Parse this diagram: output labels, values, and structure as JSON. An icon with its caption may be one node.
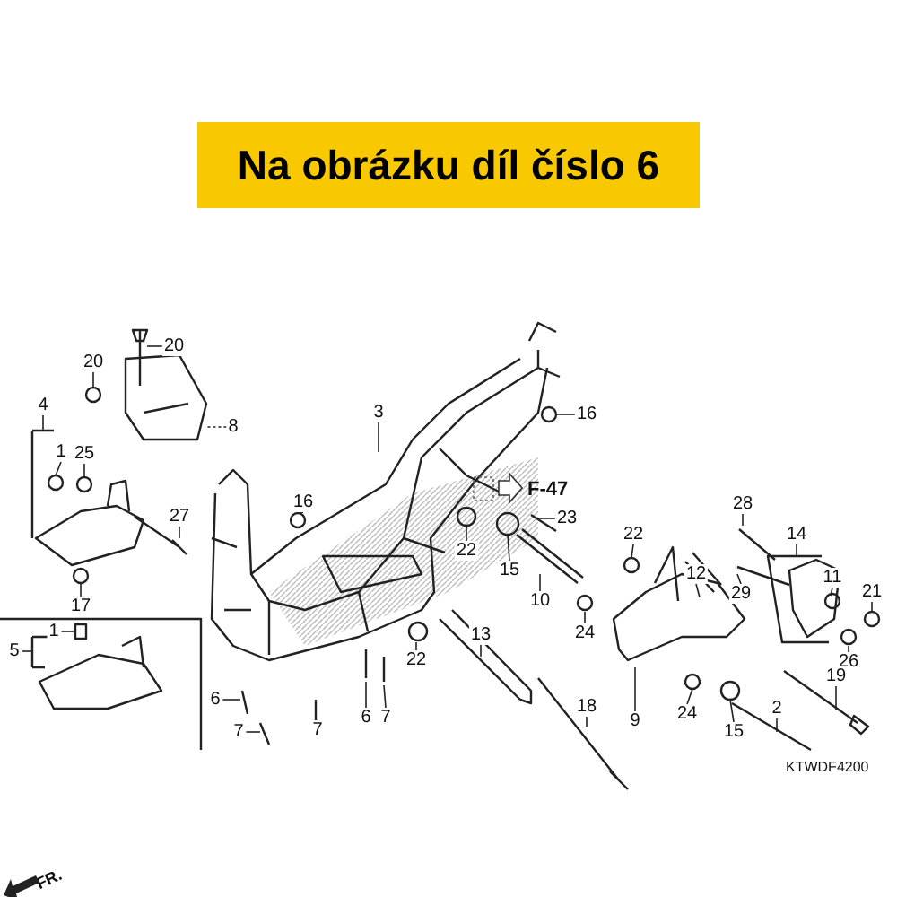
{
  "diagram": {
    "title": "Na obrázku díl číslo 6",
    "nodes": [
      {
        "text": [
          "20"
        ]
      },
      {
        "text": [
          "3"
        ]
      },
      {
        "text": [
          "16"
        ]
      },
      {
        "text": [
          "20"
        ]
      },
      {
        "text": [
          "4"
        ]
      },
      {
        "text": [
          "8"
        ]
      },
      {
        "text": [
          "1"
        ]
      },
      {
        "text": [
          "25"
        ]
      },
      {
        "text": [
          "28"
        ]
      },
      {
        "text": [
          "16"
        ]
      },
      {
        "text": [
          "23"
        ]
      },
      {
        "text": [
          "27"
        ]
      },
      {
        "text": [
          "14"
        ]
      },
      {
        "text": [
          "22"
        ]
      },
      {
        "text": [
          "22"
        ]
      },
      {
        "text": [
          "15"
        ]
      },
      {
        "text": [
          "12"
        ]
      },
      {
        "text": [
          "11"
        ]
      },
      {
        "text": [
          "29"
        ]
      },
      {
        "text": [
          "21"
        ]
      },
      {
        "text": [
          "10"
        ]
      },
      {
        "text": [
          "17"
        ]
      },
      {
        "text": [
          "24"
        ]
      },
      {
        "text": [
          "13"
        ]
      },
      {
        "text": [
          "1"
        ]
      },
      {
        "text": [
          "5"
        ]
      },
      {
        "text": [
          "22"
        ]
      },
      {
        "text": [
          "26"
        ]
      },
      {
        "text": [
          "19"
        ]
      },
      {
        "text": [
          "6"
        ]
      },
      {
        "text": [
          "18"
        ]
      },
      {
        "text": [
          "2"
        ]
      },
      {
        "text": [
          "24"
        ]
      },
      {
        "text": [
          "9"
        ]
      },
      {
        "text": [
          "6"
        ]
      },
      {
        "text": [
          "7"
        ]
      },
      {
        "text": [
          "7"
        ]
      },
      {
        "text": [
          "7"
        ]
      },
      {
        "text": [
          "15"
        ]
      }
    ],
    "edges": [
      {
        "from": 0,
        "to": null,
        "arrow": "none"
      },
      {
        "from": 1,
        "to": null,
        "arrow": "none"
      },
      {
        "from": 2,
        "to": null,
        "arrow": "none"
      },
      {
        "from": 3,
        "to": null,
        "arrow": "none"
      },
      {
        "from": 4,
        "to": null,
        "arrow": "none"
      },
      {
        "from": 5,
        "to": null,
        "arrow": "none",
        "style": "dashed"
      },
      {
        "from": 6,
        "to": null,
        "arrow": "none"
      },
      {
        "from": 7,
        "to": null,
        "arrow": "none"
      },
      {
        "from": 8,
        "to": null,
        "arrow": "none"
      },
      {
        "from": 9,
        "to": null,
        "arrow": "none"
      },
      {
        "from": 10,
        "to": null,
        "arrow": "none"
      },
      {
        "from": 11,
        "to": null,
        "arrow": "none"
      },
      {
        "from": 12,
        "to": null,
        "arrow": "none"
      },
      {
        "from": 13,
        "to": null,
        "arrow": "none"
      },
      {
        "from": 14,
        "to": null,
        "arrow": "none"
      },
      {
        "from": 15,
        "to": null,
        "arrow": "none"
      },
      {
        "from": 16,
        "to": null,
        "arrow": "none"
      },
      {
        "from": 17,
        "to": null,
        "arrow": "none"
      },
      {
        "from": 18,
        "to": null,
        "arrow": "none"
      },
      {
        "from": 19,
        "to": null,
        "arrow": "none"
      },
      {
        "from": 20,
        "to": null,
        "arrow": "none"
      },
      {
        "from": 21,
        "to": null,
        "arrow": "none"
      },
      {
        "from": 22,
        "to": null,
        "arrow": "none"
      },
      {
        "from": 23,
        "to": null,
        "arrow": "none"
      },
      {
        "from": 24,
        "to": null,
        "arrow": "none"
      },
      {
        "from": 25,
        "to": null,
        "arrow": "none"
      },
      {
        "from": 26,
        "to": null,
        "arrow": "none"
      },
      {
        "from": 27,
        "to": null,
        "arrow": "none"
      },
      {
        "from": 28,
        "to": null,
        "arrow": "none"
      },
      {
        "from": 29,
        "to": null,
        "arrow": "none"
      },
      {
        "from": 30,
        "to": null,
        "arrow": "none"
      },
      {
        "from": 31,
        "to": null,
        "arrow": "none"
      },
      {
        "from": 32,
        "to": null,
        "arrow": "none"
      },
      {
        "from": 33,
        "to": null,
        "arrow": "none"
      },
      {
        "from": 34,
        "to": null,
        "arrow": "none"
      },
      {
        "from": 35,
        "to": null,
        "arrow": "none"
      },
      {
        "from": 36,
        "to": null,
        "arrow": "none"
      },
      {
        "from": 37,
        "to": null,
        "arrow": "none"
      },
      {
        "from": 38,
        "to": null,
        "arrow": "none"
      }
    ],
    "labels": [
      "F-47",
      "FR.",
      "KTWDF4200"
    ]
  }
}
